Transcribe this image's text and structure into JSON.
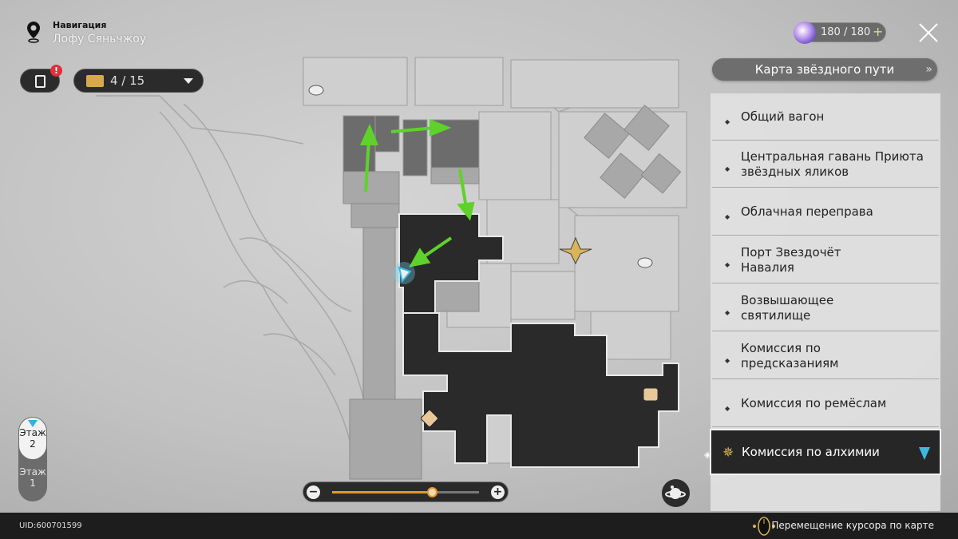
{
  "navigation": {
    "label": "Навигация",
    "location": "Лофу Сяньчжоу",
    "icon": "map-pin-icon"
  },
  "tasks": {
    "icon": "clipboard-icon",
    "badge": "!"
  },
  "chests": {
    "icon": "treasure-chest-icon",
    "count": "4 / 15"
  },
  "stamina": {
    "value": "180 / 180",
    "plus": "+",
    "icon": "trailblaze-power-icon"
  },
  "star_map_button": {
    "label": "Карта звёздного пути",
    "chevron": "»"
  },
  "locations": [
    {
      "label": "Общий вагон"
    },
    {
      "label": "Центральная гавань Приюта звёздных яликов"
    },
    {
      "label": "Облачная переправа"
    },
    {
      "label": "Порт Звездочёт Навалия"
    },
    {
      "label": "Возвышающее святилище"
    },
    {
      "label": "Комиссия по предсказаниям"
    },
    {
      "label": "Комиссия по ремёслам"
    },
    {
      "label": "Комиссия по алхимии",
      "selected": true
    }
  ],
  "floors": {
    "upper": {
      "label": "Этаж",
      "num": "2"
    },
    "lower": {
      "label": "Этаж",
      "num": "1"
    },
    "current": "2"
  },
  "zoom": {
    "level": 0.68,
    "minus": "−",
    "plus": "+"
  },
  "footer": {
    "uid": "UID:600701599",
    "hint": "Перемещение курсора по карте"
  },
  "colors": {
    "accent": "#e8962e",
    "selection": "#3fb8e0",
    "route": "#5ed22a",
    "marker": "#d9b458"
  }
}
